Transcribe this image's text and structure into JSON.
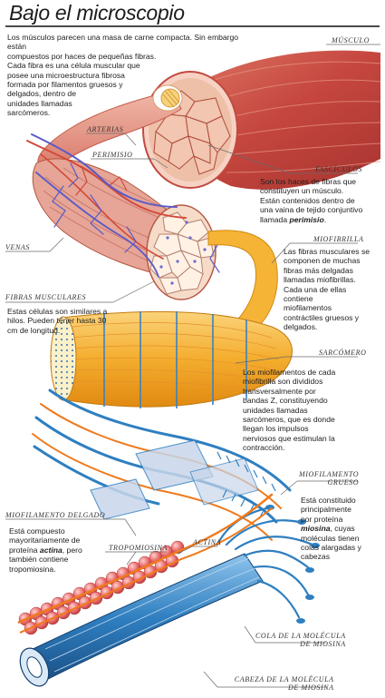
{
  "title": "Bajo el microscopio",
  "intro": [
    "Los músculos parecen una masa de carne compacta. Sin embargo están",
    "compuestos por haces de pequeñas fibras.",
    "Cada fibra es una célula muscular que",
    "posee una microestructura fibrosa",
    "formada por filamentos gruesos y",
    "delgados, dentro de",
    "unidades llamadas",
    "sarcómeros."
  ],
  "labels": {
    "musculo": "Músculo",
    "arterias": "Arterias",
    "perimisio": "Perimisio",
    "fasciculos": "Fascículos",
    "venas": "Venas",
    "miofibrilla": "Miofibrilla",
    "fibras_musculares": "Fibras musculares",
    "sarcomero": "Sarcómero",
    "miofilamento_grueso_1": "Miofilamento",
    "miofilamento_grueso_2": "grueso",
    "miofilamento_delgado": "Miofilamento delgado",
    "tropomiosina": "Tropomiosina",
    "actina": "Actina",
    "cola_1": "Cola de la molécula",
    "cola_2": "de miosina",
    "cabeza_1": "Cabeza de la molécula",
    "cabeza_2": "de miosina"
  },
  "texts": {
    "fasciculos": {
      "lines": [
        "Son los haces de fibras que",
        "constituyen un músculo.",
        "Están contenidos dentro de",
        "una vaina de tejido conjuntivo",
        "llamada "
      ],
      "bold": "perimisio",
      "after": "."
    },
    "miofibrilla": [
      "Las fibras musculares se",
      "componen de muchas",
      "fibras más delgadas",
      "llamadas miofibrillas.",
      "Cada una de ellas",
      "contiene",
      "miofilamentos",
      "contráctiles gruesos y",
      "delgados."
    ],
    "fibras": [
      "Estas células son similares a",
      "hilos. Pueden tener hasta 30",
      "cm de longitud."
    ],
    "sarcomero": [
      "Los miofilamentos de cada",
      "miofibrilla son divididos",
      "transversalmente por",
      "bandas Z, constituyendo",
      "unidades llamadas",
      "sarcómeros, que es donde",
      "llegan los impulsos",
      "nerviosos que estimulan la",
      "contracción."
    ],
    "grueso": {
      "lines": [
        "Está constituido",
        "principalmente",
        "por proteína "
      ],
      "bold": "miosina",
      "after": ", cuyas",
      "rest": [
        "moléculas tienen",
        "colas alargadas y",
        "cabezas"
      ]
    },
    "delgado": {
      "lines": [
        "Está compuesto",
        "mayoritariamente de",
        "proteína "
      ],
      "bold": "actina",
      "after": ", pero",
      "rest": [
        "también contiene",
        "tropomiosina."
      ]
    }
  },
  "colors": {
    "muscle": "#c8504a",
    "muscle_light": "#f2b09a",
    "artery": "#d24a3a",
    "vein": "#5a5ac8",
    "fiber": "#e9c3a4",
    "myofibril": "#f3b13a",
    "myosin": "#2f7fc0",
    "actin": "#e86a6a",
    "tropomyosin": "#f07a1c"
  }
}
